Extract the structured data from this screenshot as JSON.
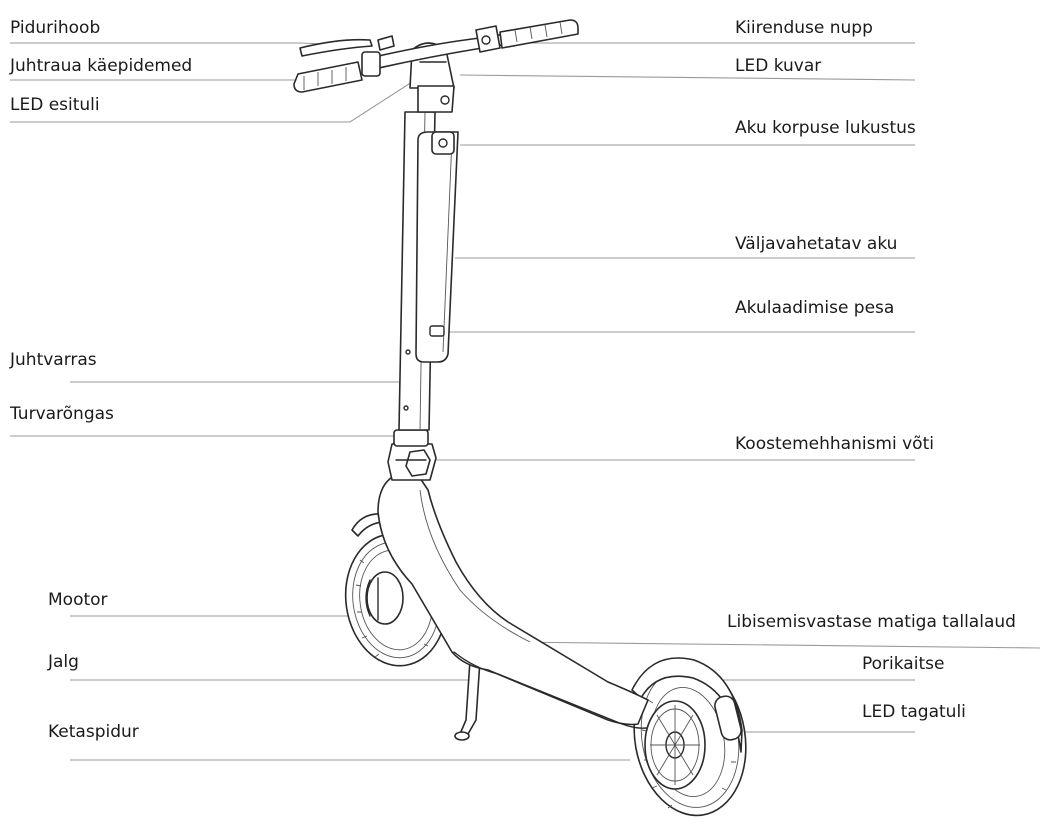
{
  "labels": {
    "brake_lever": "Pidurihoob",
    "handlebar_grips": "Juhtraua käepidemed",
    "led_headlight": "LED esituli",
    "accelerator_button": "Kiirenduse nupp",
    "led_display": "LED kuvar",
    "battery_lock": "Aku korpuse lukustus",
    "removable_battery": "Väljavahetatav aku",
    "charging_port": "Akulaadimise pesa",
    "stem": "Juhtvarras",
    "safety_ring": "Turvarõngas",
    "folding_key": "Koostemehhanismi võti",
    "motor": "Mootor",
    "deck": "Libisemisvastase matiga tallalaud",
    "kickstand": "Jalg",
    "fender": "Porikaitse",
    "disc_brake": "Ketaspidur",
    "led_taillight": "LED tagatuli"
  }
}
